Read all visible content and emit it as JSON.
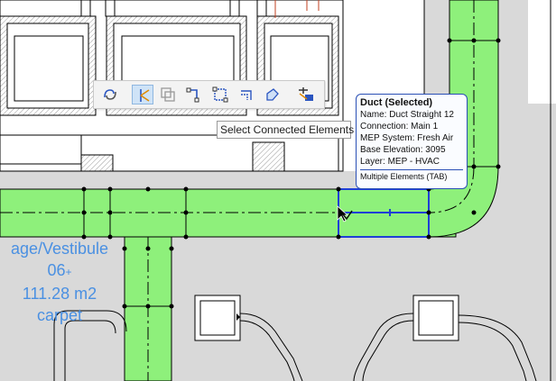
{
  "toolbar": {
    "buttons": [
      {
        "name": "connect-icon",
        "active": false
      },
      {
        "name": "select-connected-elements-icon",
        "active": true
      },
      {
        "name": "copy-properties-icon",
        "active": false
      },
      {
        "name": "route-icon",
        "active": false
      },
      {
        "name": "bounding-box-icon",
        "active": false
      },
      {
        "name": "offset-icon",
        "active": false
      },
      {
        "name": "transform-icon",
        "active": false
      },
      {
        "name": "settings-icon",
        "active": false
      }
    ]
  },
  "tooltip": {
    "text": "Select Connected Elements"
  },
  "infobox": {
    "title": "Duct (Selected)",
    "name": "Name: Duct Straight 12",
    "connection": "Connection: Main 1",
    "system": "MEP System: Fresh Air",
    "elevation": "Base Elevation: 3095",
    "layer": "Layer: MEP - HVAC",
    "footer": "Multiple Elements (TAB)"
  },
  "zone": {
    "name": "age/Vestibule",
    "number": "06",
    "area": "111.28 m2",
    "finish": "carpet"
  },
  "colors": {
    "duct_fill": "#8ef07b",
    "duct_stroke": "#000000",
    "floor": "#d9d9d9",
    "selection": "#1f3fd6",
    "zone_text": "#4a90e2"
  }
}
